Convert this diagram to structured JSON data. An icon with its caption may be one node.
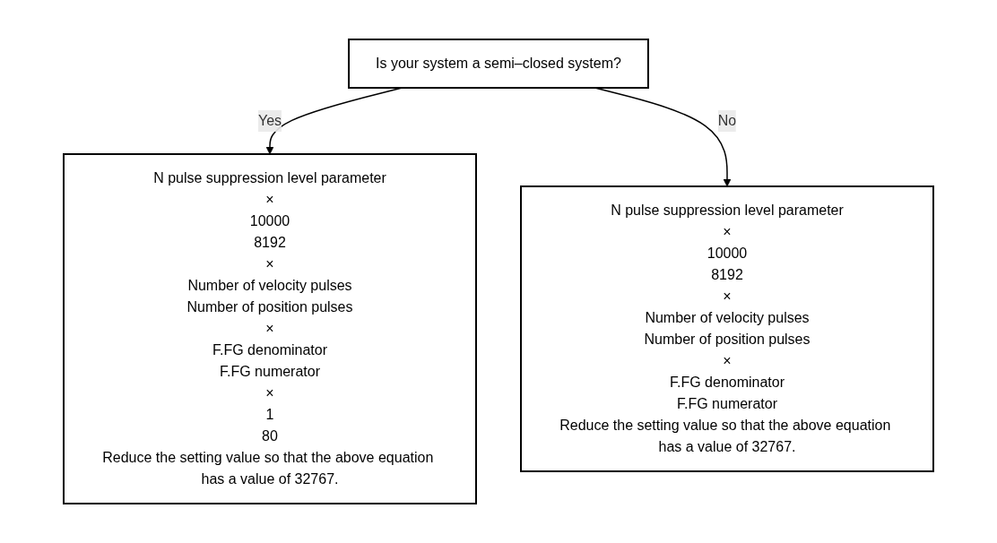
{
  "diagram": {
    "nodes": [
      {
        "text": [
          "Is your system a semi–closed system?"
        ]
      },
      {
        "text": [
          "N pulse suppression level parameter",
          "×",
          "10000",
          "8192",
          "×",
          "Number of velocity pulses",
          "Number of position pulses",
          "×",
          "F.FG denominator",
          "F.FG numerator",
          "×",
          "1",
          "80",
          "Reduce the setting value so that the above equation has a value of 32767."
        ]
      },
      {
        "text": [
          "N pulse suppression level parameter",
          "×",
          "10000",
          "8192",
          "×",
          "Number of velocity pulses",
          "Number of position pulses",
          "×",
          "F.FG denominator",
          "F.FG numerator",
          "Reduce the setting value so that the above equation has a value of 32767."
        ]
      }
    ],
    "edges": [
      {
        "from": 0,
        "to": 1,
        "label": "Yes",
        "arrow": "to"
      },
      {
        "from": 0,
        "to": 2,
        "label": "No",
        "arrow": "to"
      }
    ]
  }
}
